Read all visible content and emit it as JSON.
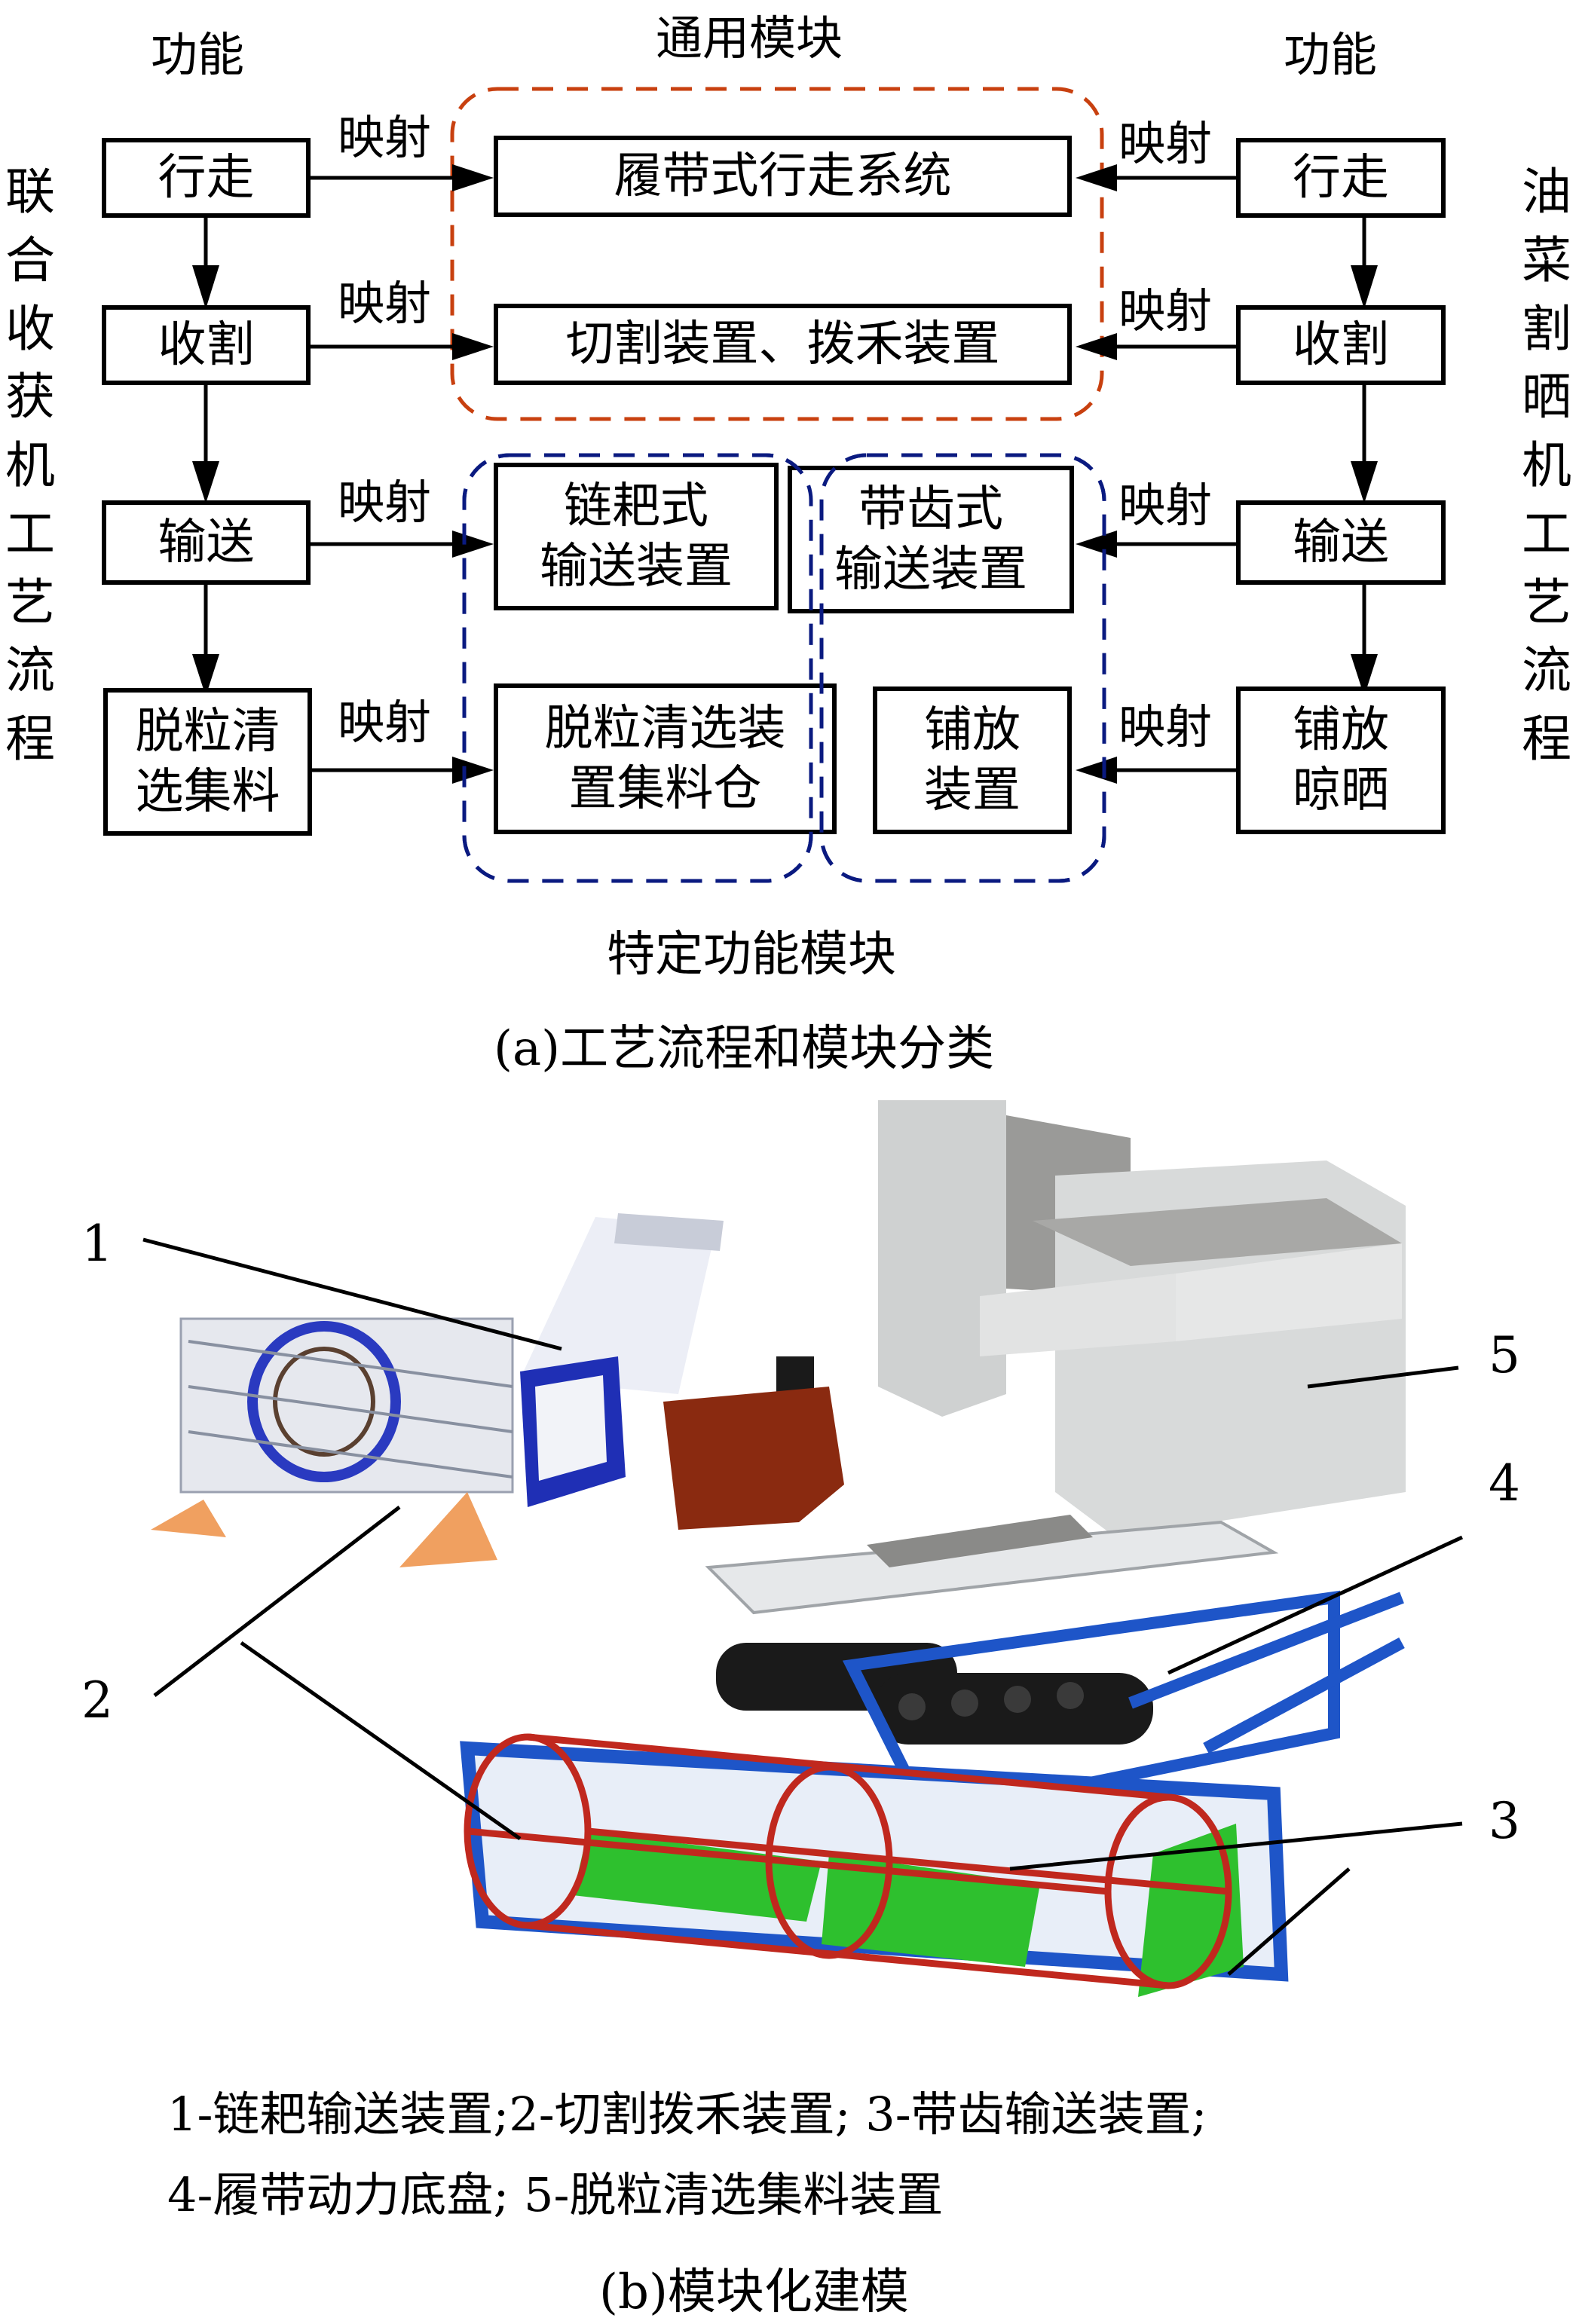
{
  "part_a": {
    "header_left": "功能",
    "header_center": "通用模块",
    "header_right": "功能",
    "left_process_label": [
      "联",
      "合",
      "收",
      "获",
      "机",
      "工",
      "艺",
      "流",
      "程"
    ],
    "right_process_label": [
      "油",
      "菜",
      "割",
      "晒",
      "机",
      "工",
      "艺",
      "流",
      "程"
    ],
    "left_functions": [
      {
        "lines": [
          "行走"
        ]
      },
      {
        "lines": [
          "收割"
        ]
      },
      {
        "lines": [
          "输送"
        ]
      },
      {
        "lines": [
          "脱粒清",
          "选集料"
        ]
      }
    ],
    "right_functions": [
      {
        "lines": [
          "行走"
        ]
      },
      {
        "lines": [
          "收割"
        ]
      },
      {
        "lines": [
          "输送"
        ]
      },
      {
        "lines": [
          "铺放",
          "晾晒"
        ]
      }
    ],
    "mapping_label": "映射",
    "general_modules": [
      {
        "lines": [
          "履带式行走系统"
        ]
      },
      {
        "lines": [
          "切割装置、拨禾装置"
        ]
      }
    ],
    "specific_modules_left": [
      {
        "lines": [
          "链耙式",
          "输送装置"
        ]
      },
      {
        "lines": [
          "脱粒清选装",
          "置集料仓"
        ]
      }
    ],
    "specific_modules_right": [
      {
        "lines": [
          "带齿式",
          "输送装置"
        ]
      },
      {
        "lines": [
          "铺放",
          "装置"
        ]
      }
    ],
    "specific_group_label": "特定功能模块",
    "caption": "(a)工艺流程和模块分类",
    "colors": {
      "general_group_border": "#c8400f",
      "specific_group_border": "#0a1a80",
      "box_border": "#000000"
    }
  },
  "part_b": {
    "callouts": [
      "1",
      "2",
      "3",
      "4",
      "5"
    ],
    "legend_line1": "1-链耙输送装置;2-切割拨禾装置; 3-带齿输送装置;",
    "legend_line2": "4-履带动力底盘; 5-脱粒清选集料装置",
    "caption": "(b)模块化建模",
    "colors": {
      "reel_red": "#c0281e",
      "frame_blue": "#1e55c8",
      "belt_green": "#2ec02e",
      "cab_brown": "#8a2a10",
      "housing_gray": "#d6d8d8",
      "track_black": "#1a1a1a"
    }
  }
}
